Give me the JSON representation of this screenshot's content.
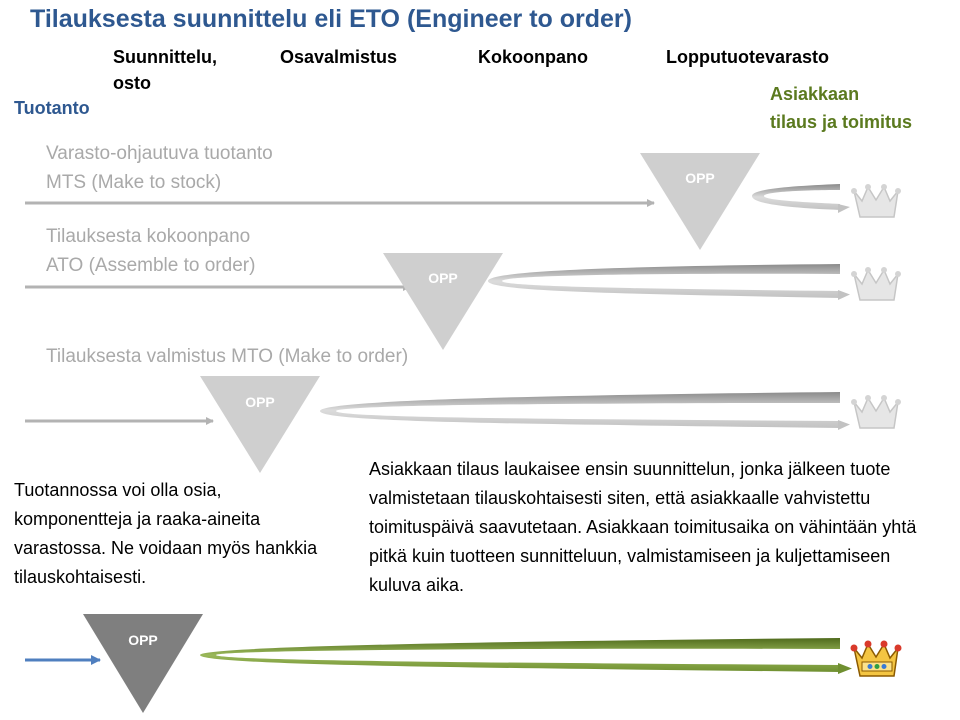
{
  "title": "Tilauksesta suunnittelu eli ETO (Engineer to order)",
  "columns": {
    "c1_line1": "Suunnittelu,",
    "c1_line2": "osto",
    "c2": "Osavalmistus",
    "c3": "Kokoonpano",
    "c4": "Lopputuotevarasto"
  },
  "production_label": "Tuotanto",
  "customer_label": {
    "line1": "Asiakkaan",
    "line2": "tilaus ja toimitus"
  },
  "strategies": {
    "mts": {
      "line1": "Varasto-ohjautuva tuotanto",
      "line2": "MTS (Make to stock)"
    },
    "ato": {
      "line1": "Tilauksesta kokoonpano",
      "line2": "ATO (Assemble to order)"
    },
    "mto": {
      "line1": "Tilauksesta valmistus  MTO (Make to order)"
    }
  },
  "opp_label": "OPP",
  "notes": {
    "left": "Tuotannossa voi olla osia, komponentteja ja raaka-aineita varastossa. Ne voidaan myös hankkia tilauskohtaisesti.",
    "right": "Asiakkaan tilaus laukaisee ensin suunnittelun, jonka jälkeen tuote valmistetaan tilauskohtaisesti siten, että asiakkaalle vahvistettu toimituspäivä saavutetaan. Asiakkaan toimitusaika on vähintään yhtä pitkä kuin tuotteen sunnitteluun, valmistamiseen ja kuljettamiseen kuluva aika."
  },
  "colors": {
    "title": "#2e5890",
    "customer": "#5b7a1f",
    "grey_line": "#b3b3b3",
    "opp_light": "#cfcfcf",
    "opp_dark": "#7f7f7f",
    "eto_arrow": "#4f7fbf",
    "eto_band": "#6f8f30"
  },
  "icons": [
    "crown-icon"
  ]
}
